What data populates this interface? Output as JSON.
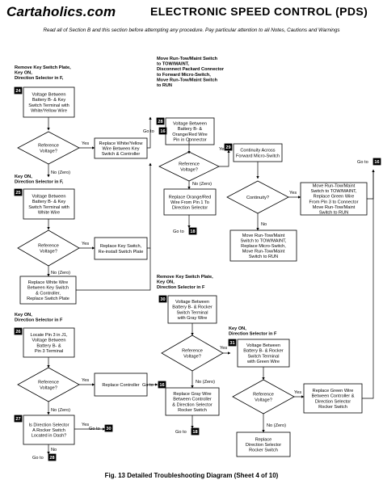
{
  "header": {
    "logo": "Cartaholics.com",
    "banner": "ELECTRONIC SPEED CONTROL (PDS)",
    "note": "Read all of Section B and this section before attempting any procedure. Pay particular attention to all Notes, Cautions and Warnings"
  },
  "steps": {
    "s24": {
      "pre": [
        "Remove Key Switch Plate,",
        "Key ON,",
        "Direction Selector in F,"
      ],
      "num": "24",
      "box": [
        "Voltage Between",
        "Battery B- & Key",
        "Switch Terminal with",
        "White/Yellow Wire"
      ],
      "diamond": [
        "Reference",
        "Voltage?"
      ],
      "yes_box": [
        "Replace White/Yellow",
        "Wire Between Key",
        "Switch & Controller"
      ]
    },
    "s25": {
      "pre": [
        "Key ON,",
        "Direction Selector in F,"
      ],
      "num": "25",
      "box": [
        "Voltage Between",
        "Battery B- & Key",
        "Switch Terminal with",
        "White Wire"
      ],
      "diamond": [
        "Reference",
        "Voltage?"
      ],
      "yes_box": [
        "Replace Key Switch,",
        "Re-install Switch Plate"
      ],
      "no_box": [
        "Replace White Wire",
        "Between Key Switch",
        "& Controller,",
        "Replace Switch Plate"
      ]
    },
    "s26": {
      "pre": [
        "Key ON,",
        "Direction Selector in F"
      ],
      "num": "26",
      "box": [
        "Locate Pin 3 in J1,",
        "Voltage Between",
        "Battery B- &",
        "Pin 3 Terminal"
      ],
      "diamond": [
        "Reference",
        "Voltage?"
      ],
      "yes_box": [
        "Replace Controller"
      ]
    },
    "s27": {
      "num": "27",
      "box": [
        "Is Direction Selector",
        "A Rocker Switch",
        "Located in Dash?"
      ]
    },
    "s28": {
      "pre": [
        "Move Run-Tow/Maint Switch",
        "to TOW/MAINT,",
        "Disconnect Packard Connector",
        "to Forward Micro-Switch,",
        "Move Run-Tow/Maint Switch",
        "to RUN"
      ],
      "num": "28",
      "box": [
        "Voltage Between",
        "Battery B- &",
        "Orange/Red Wire",
        "Pin in Connector"
      ],
      "diamond": [
        "Reference",
        "Voltage?"
      ],
      "no_box": [
        "Replace Orange/Red",
        "Wire From Pin 1 To",
        "Direction Selector"
      ]
    },
    "s29": {
      "num": "29",
      "box": [
        "Continuity Across",
        "Forward Micro-Switch"
      ],
      "diamond": [
        "Continuity?"
      ],
      "yes_box": [
        "Move Run-Tow/Maint",
        "Switch to TOW/MAINT,",
        "Replace Green Wire",
        "From Pin 3 to Connector",
        "Move Run-Tow/Maint",
        "Switch to RUN"
      ],
      "no_box": [
        "Move Run-Tow/Maint",
        "Switch to TOW/MAINT,",
        "Replace Micro-Switch,",
        "Move Run-Tow/Maint",
        "Switch to RUN"
      ]
    },
    "s30": {
      "pre": [
        "Remove Key Switch Plate,",
        "Key ON,",
        "Direction Selector in F"
      ],
      "num": "30",
      "box": [
        "Voltage Between",
        "Battery B- & Rocker",
        "Switch Terminal",
        "with Gray Wire"
      ],
      "diamond": [
        "Reference",
        "Voltage?"
      ],
      "no_box": [
        "Replace Gray Wire",
        "Between Controller",
        "& Direction Selector",
        "Rocker Switch"
      ]
    },
    "s31": {
      "pre": [
        "Key ON,",
        "Direction Selector in F"
      ],
      "num": "31",
      "box": [
        "Voltage Between",
        "Battery B- & Rocker",
        "Switch Terminal",
        "with Green Wire"
      ],
      "diamond": [
        "Reference",
        "Voltage?"
      ],
      "yes_box": [
        "Replace Green Wire",
        "Between Controller &",
        "Direction Selector",
        "Rocker Switch"
      ],
      "no_box": [
        "Replace",
        "Direction Selector",
        "Rocker Switch"
      ]
    }
  },
  "labels": {
    "yes": "Yes",
    "no": "No",
    "no_zero": "No (Zero)",
    "go_to": "Go to"
  },
  "go_to_targets": {
    "g16a": "16",
    "g16b": "16",
    "g16c": "16",
    "g18a": "18",
    "g18b": "18",
    "g30": "30",
    "g28": "28"
  },
  "caption": "Fig. 13  Detailed Troubleshooting Diagram (Sheet 4 of 10)"
}
